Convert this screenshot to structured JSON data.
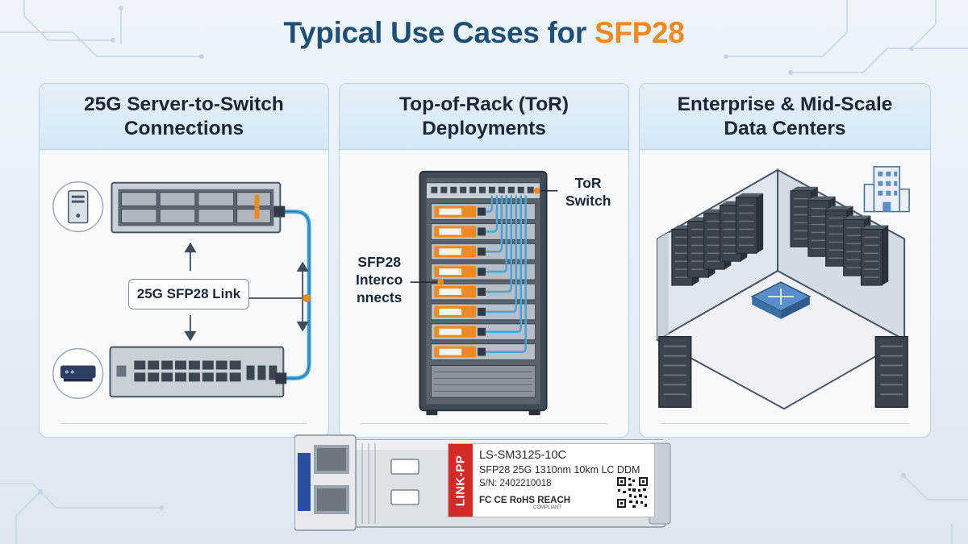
{
  "title": {
    "prefix": "Typical Use Cases for ",
    "accent": "SFP28"
  },
  "colors": {
    "title": "#1f4f73",
    "accent": "#ee8a24",
    "module_tab": "#2a4fa0",
    "brand": "#d42a2a",
    "cable": "#4aa3d8"
  },
  "panels": [
    {
      "heading_line1": "25G Server-to-Switch",
      "heading_line2": "Connections",
      "link_label": "25G SFP28 Link",
      "icons": [
        "server-icon",
        "switch-icon"
      ]
    },
    {
      "heading_line1": "Top-of-Rack (ToR)",
      "heading_line2": "Deployments",
      "callout_tor_line1": "ToR",
      "callout_tor_line2": "Switch",
      "callout_sfp_line1": "SFP28",
      "callout_sfp_line2": "Interco",
      "callout_sfp_line3": "nnects",
      "module_count": 8
    },
    {
      "heading_line1": "Enterprise & Mid-Scale",
      "heading_line2": "Data Centers",
      "icons": [
        "building-icon",
        "router-icon"
      ]
    }
  ],
  "module": {
    "brand": "LINK-PP",
    "part_number": "LS-SM3125-10C",
    "description": "SFP28 25G 1310nm 10km LC DDM",
    "serial": "S/N: 2402210018",
    "certs": "FC CE RoHS REACH",
    "cert_sub": "COMPLIANT"
  }
}
